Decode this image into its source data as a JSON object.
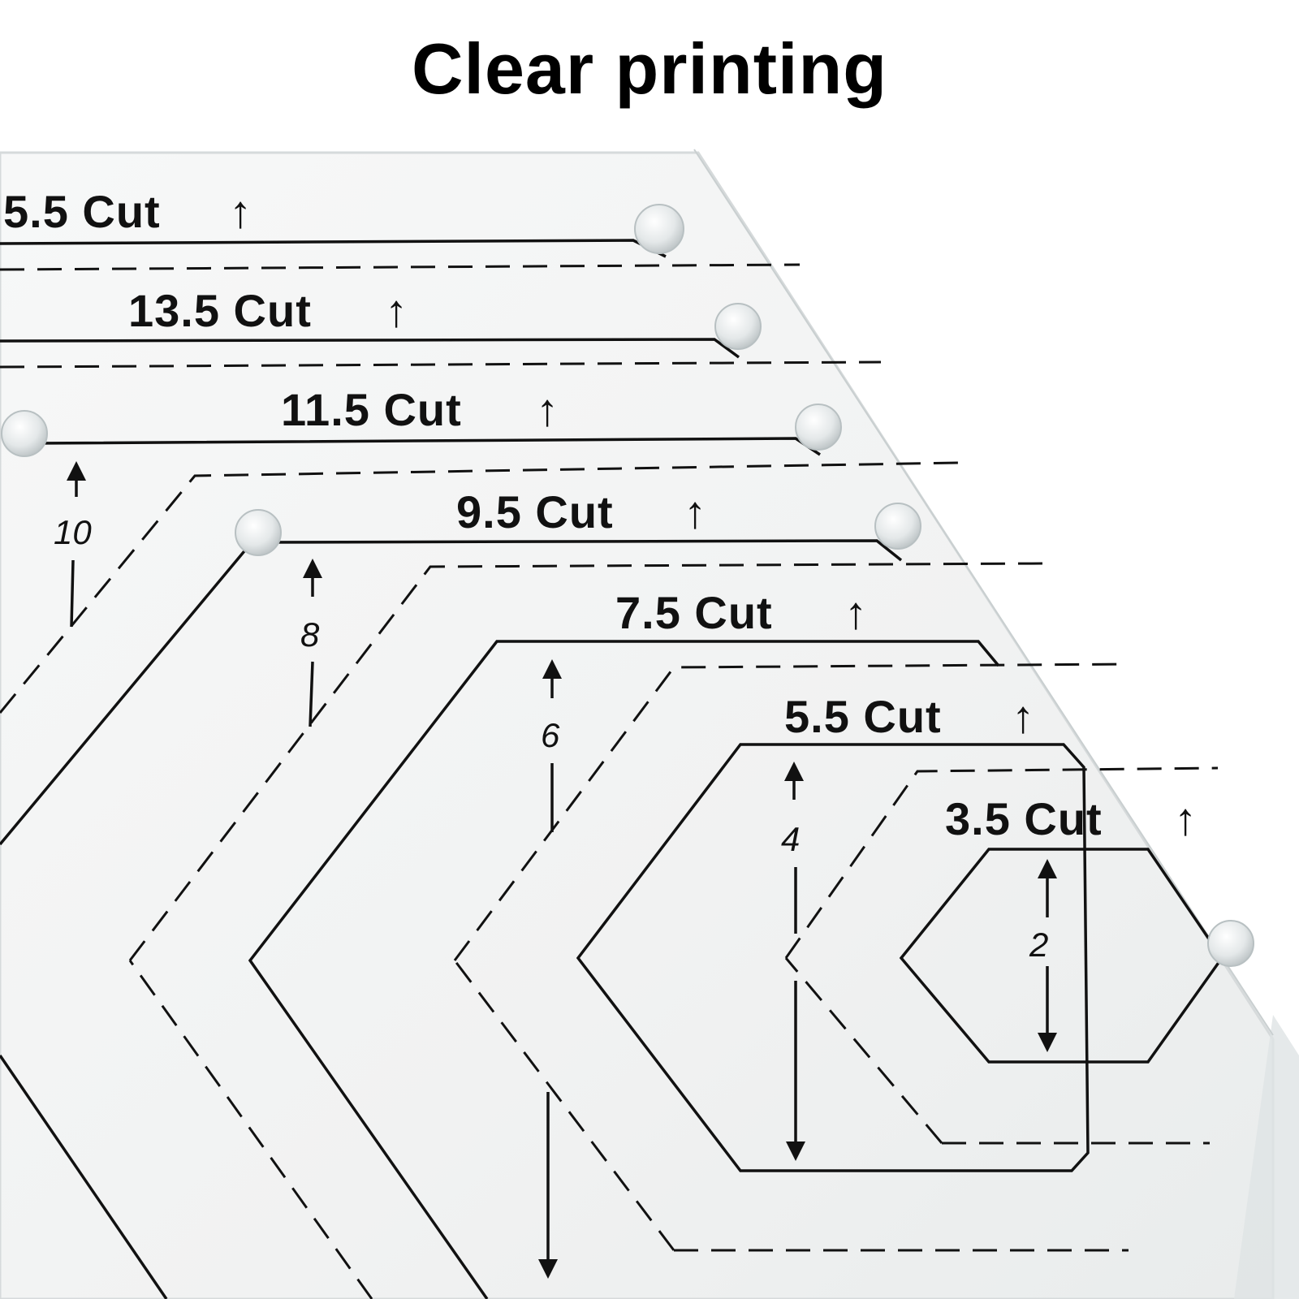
{
  "headline": "Clear printing",
  "cut_labels": [
    "5.5 Cut",
    "13.5 Cut",
    "11.5 Cut",
    "9.5 Cut",
    "7.5 Cut",
    "5.5 Cut",
    "3.5 Cut"
  ],
  "dimension_labels": [
    "10",
    "8",
    "6",
    "4",
    "2"
  ],
  "arrow_glyph": "↑",
  "colors": {
    "ink": "#111111",
    "acrylic": "#f3f4f4",
    "edge": "#d6dadb"
  }
}
